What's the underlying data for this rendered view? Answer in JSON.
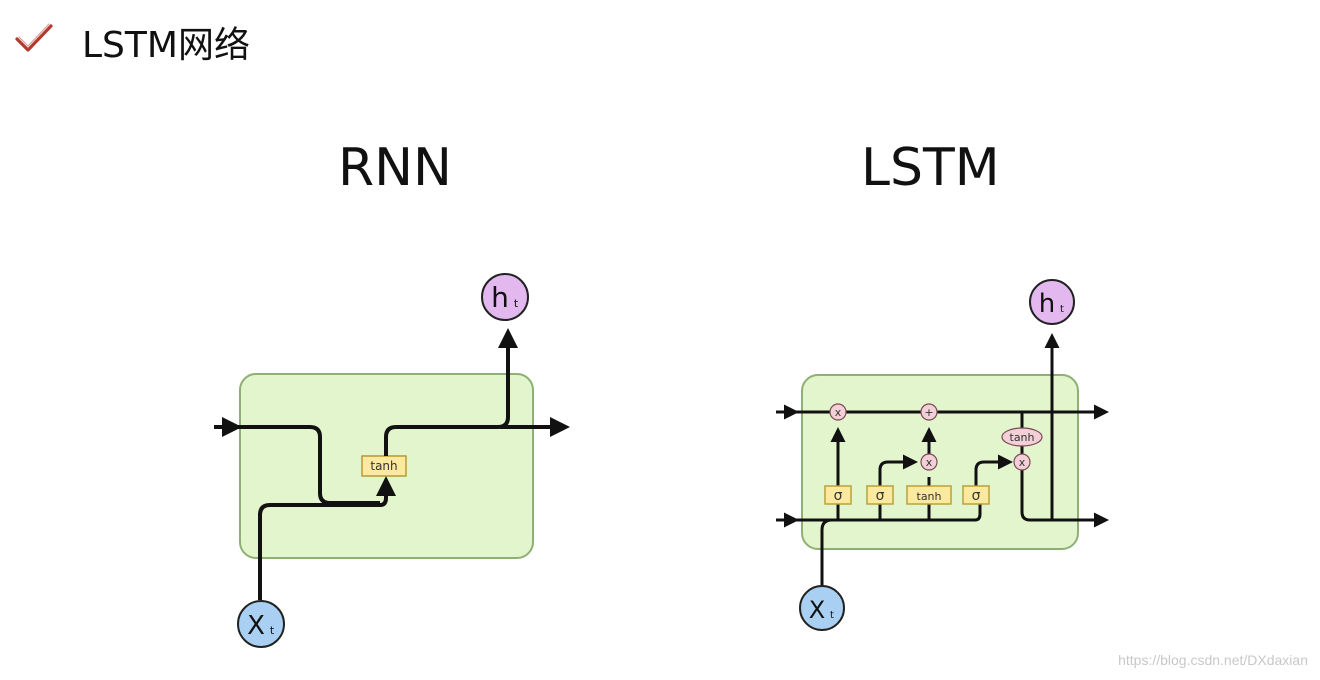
{
  "header": {
    "title": "LSTM网络"
  },
  "rnn": {
    "caption": "RNN",
    "gate_label": "tanh",
    "output_main": "h",
    "output_sub": "t",
    "input_main": "X",
    "input_sub": "t"
  },
  "lstm": {
    "caption": "LSTM",
    "gates": [
      "σ",
      "σ",
      "tanh",
      "σ"
    ],
    "ops": [
      "x",
      "+",
      "x",
      "x"
    ],
    "cell_tanh": "tanh",
    "output_main": "h",
    "output_sub": "t",
    "input_main": "X",
    "input_sub": "t"
  },
  "watermark": "https://blog.csdn.net/DXdaxian",
  "colors": {
    "cell_fill": "#e2f5cc",
    "cell_stroke": "#8fb074",
    "gate_fill": "#fbe9a0",
    "gate_stroke": "#b79a33",
    "output_node": "#e3b8ef",
    "input_node": "#a9d0f2",
    "op_node": "#f3cfd7",
    "check_red": "#b23a2f"
  }
}
